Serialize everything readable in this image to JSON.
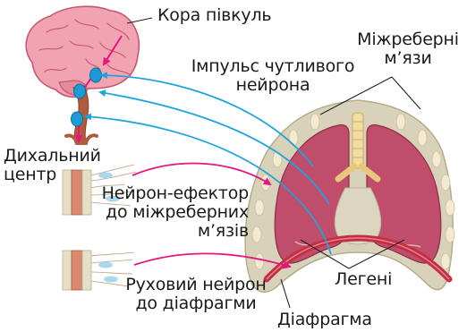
{
  "labels": {
    "cortex": "Кора півкуль",
    "intercostal_muscles": [
      "Міжреберні",
      "м’язи"
    ],
    "sensory_impulse": [
      "Імпульс чутливого",
      "нейрона"
    ],
    "respiratory_center": [
      "Дихальний",
      "центр"
    ],
    "effector_neuron": [
      "Нейрон-ефектор",
      "до міжреберних",
      "м’язів"
    ],
    "lungs": "Легені",
    "motor_neuron": [
      "Руховий нейрон",
      "до діафрагми"
    ],
    "diaphragm": "Діафрагма"
  },
  "colors": {
    "brain": "#f2a3b2",
    "brain_outline": "#c45a72",
    "brainstem": "#b25b3c",
    "neuron_cell": "#1c9ad6",
    "afferent_arrow": "#1fa3dd",
    "efferent_arrow": "#e5167e",
    "lung_tissue": "#c04d6a",
    "thorax_wall": "#d9d2bb",
    "rib": "#f4ead2",
    "diaphragm_muscle": "#c22f45",
    "spinal_cord": "#d98a6e",
    "muscle_fiber": "#a9d9f0",
    "leader_line": "#222222"
  }
}
